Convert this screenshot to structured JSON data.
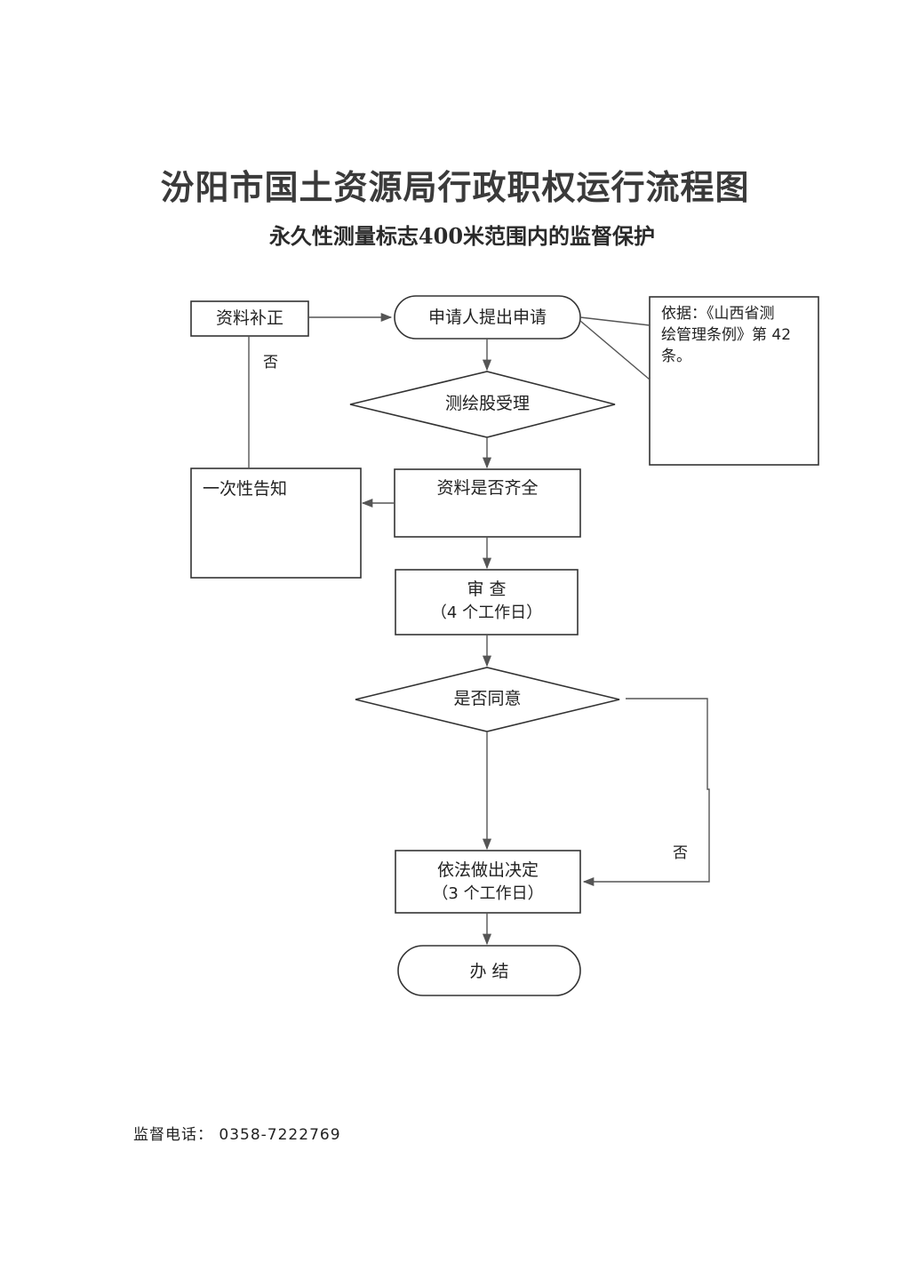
{
  "title": "汾阳市国土资源局行政职权运行流程图",
  "subtitle": "永久性测量标志400米范围内的监督保护",
  "nodes": {
    "supplement": "资料补正",
    "apply": "申请人提出申请",
    "accept": "测绘股受理",
    "complete_check": "资料是否齐全",
    "notify": "一次性告知",
    "review_line1": "审  查",
    "review_line2": "（4 个工作日）",
    "agree": "是否同意",
    "decide_line1": "依法做出决定",
    "decide_line2": "（3 个工作日）",
    "finish": "办  结"
  },
  "edge_labels": {
    "no_left": "否",
    "no_right": "否"
  },
  "basis": {
    "line1": "依据：《山西省测",
    "line2": "绘管理条例》第 42",
    "line3": "条。"
  },
  "footer": {
    "phone": "监督电话：  0358-7222769"
  }
}
